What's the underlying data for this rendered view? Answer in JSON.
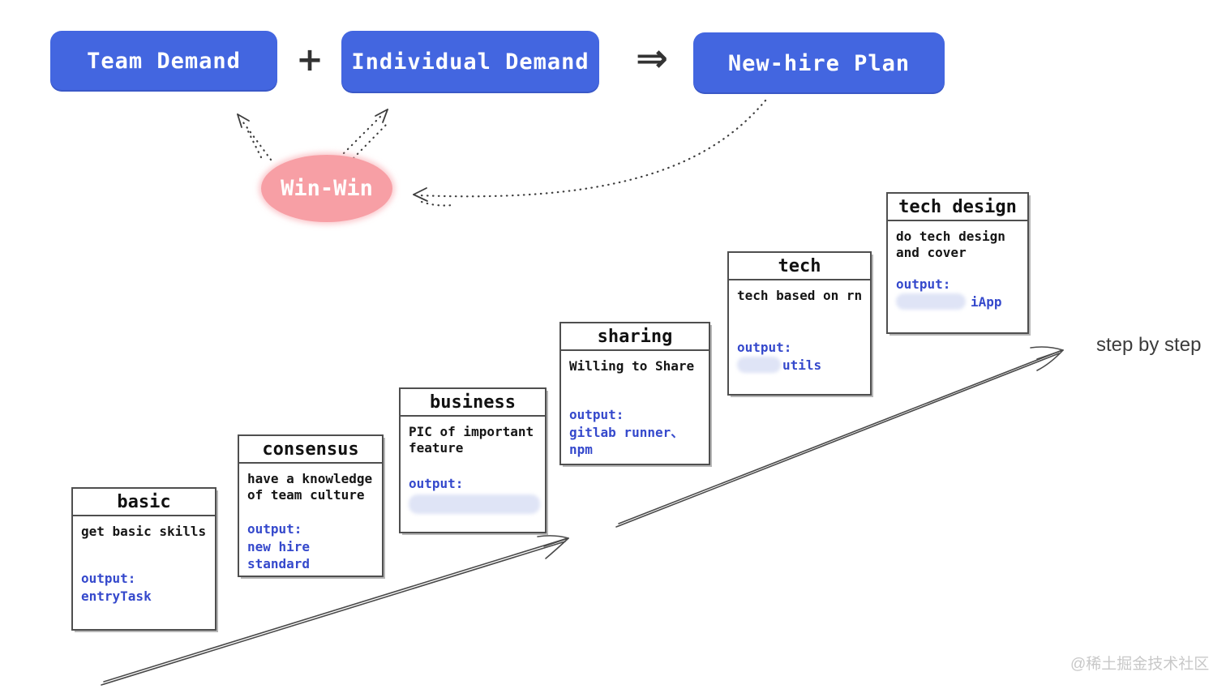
{
  "flow": {
    "team_demand": "Team Demand",
    "plus_sign": "+",
    "individual_demand": "Individual Demand",
    "implies_sign": "⇒",
    "new_hire_plan": "New-hire Plan",
    "win_win": "Win-Win"
  },
  "steps": [
    {
      "title": "basic",
      "body": "get basic skills",
      "output_label": "output:",
      "output_value": "entryTask",
      "redaction": "none"
    },
    {
      "title": "consensus",
      "body": "have a knowledge of team culture",
      "output_label": "output:",
      "output_value": "new hire standard",
      "redaction": "none"
    },
    {
      "title": "business",
      "body": "PIC of important feature",
      "output_label": "output:",
      "output_value": "",
      "redaction": "full-line"
    },
    {
      "title": "sharing",
      "body": "Willing to Share",
      "output_label": "output:",
      "output_value": "gitlab runner、npm",
      "redaction": "none"
    },
    {
      "title": "tech",
      "body": "tech based on rn",
      "output_label": "output:",
      "output_value": "utils",
      "redaction": "prefix"
    },
    {
      "title": "tech design",
      "body": "do tech design and cover",
      "output_label": "output:",
      "output_value": "iApp",
      "redaction": "prefix"
    }
  ],
  "labels": {
    "step_by_step": "step by step",
    "watermark": "@稀土掘金技术社区"
  },
  "colors": {
    "flow_box_bg": "#4366e0",
    "flow_box_text": "#ffffff",
    "win_win_bg": "#f79fa5",
    "output_text": "#3549cc",
    "box_border": "#4f4f4f",
    "body_text": "#151515",
    "arrow": "#4a4a4a",
    "watermark_text": "#c8c8c8"
  }
}
